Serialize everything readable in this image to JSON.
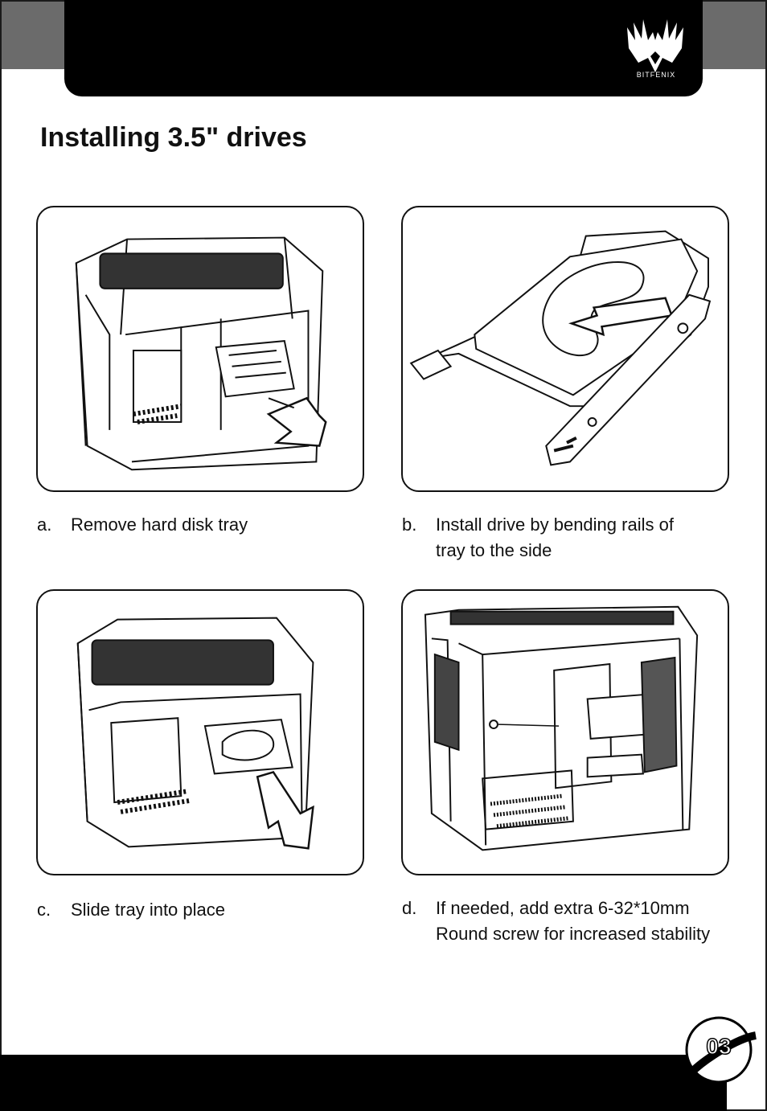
{
  "header": {
    "brand": "BITFENIX"
  },
  "title": "Installing 3.5\" drives",
  "steps": [
    {
      "letter": "a.",
      "text": "Remove hard disk tray",
      "illustration": "case-remove-tray"
    },
    {
      "letter": "b.",
      "text": "Install drive by bending rails of\ntray to the side",
      "illustration": "drive-in-tray"
    },
    {
      "letter": "c.",
      "text": "Slide tray into place",
      "illustration": "case-insert-tray"
    },
    {
      "letter": "d.",
      "text": "If needed, add extra 6-32*10mm\nRound screw for increased stability",
      "illustration": "case-screw"
    }
  ],
  "footer": {
    "page_number": "03"
  },
  "colors": {
    "header": "#000000",
    "corner": "#6b6b6b",
    "footer": "#000000"
  }
}
